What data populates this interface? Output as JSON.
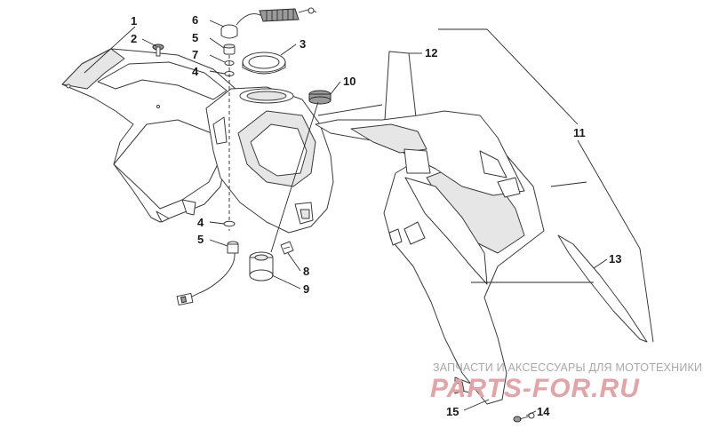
{
  "callouts": [
    "1",
    "2",
    "3",
    "4",
    "5",
    "6",
    "7",
    "8",
    "9",
    "10",
    "11",
    "12",
    "13",
    "14",
    "15"
  ],
  "callout_extra": {
    "four_b": "4",
    "five_b": "5"
  },
  "watermark": {
    "top_line": "ЗАПЧАСТИ И АКСЕССУАРЫ ДЛЯ МОТОТЕХНИКИ",
    "logo": "PARTS-FOR.RU"
  },
  "colors": {
    "line": "#3a3a3a",
    "watermark_red": "#e4a4a6",
    "watermark_grey": "#a8a8a8"
  }
}
